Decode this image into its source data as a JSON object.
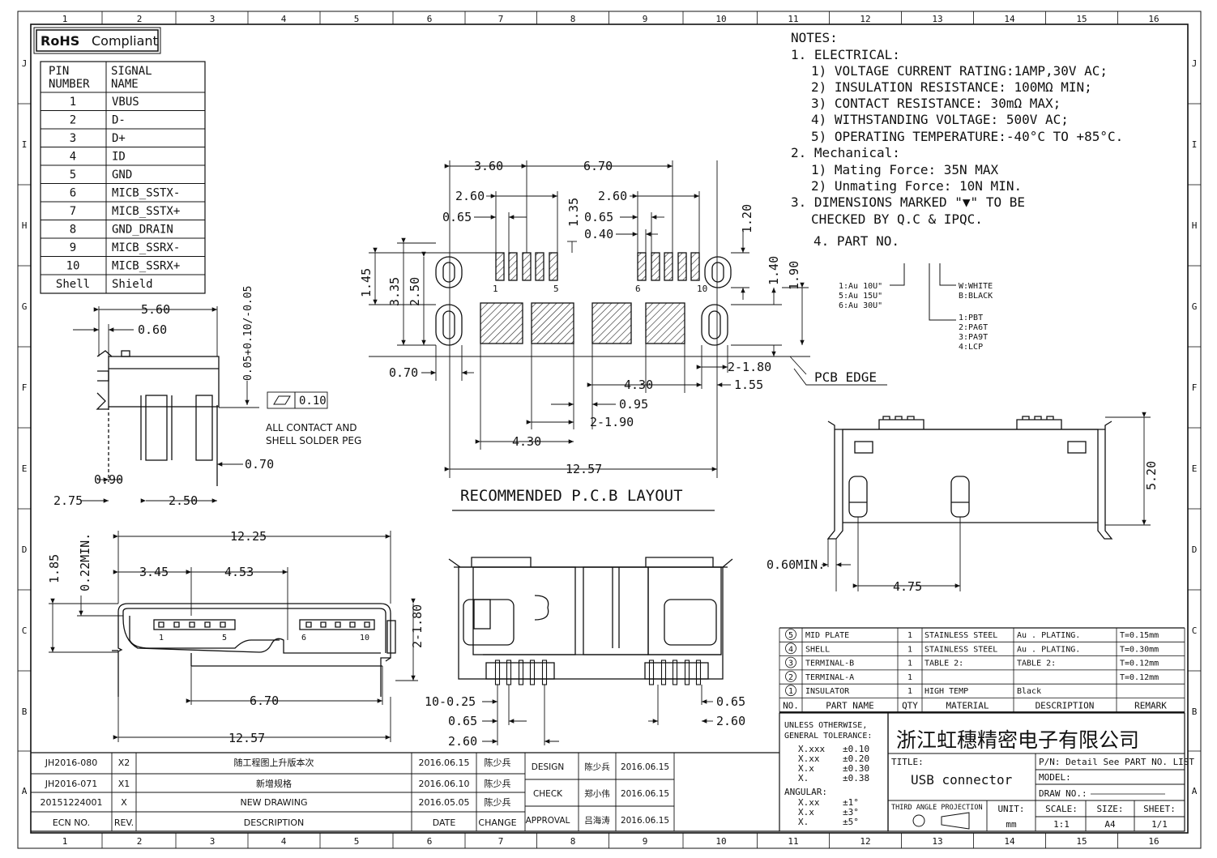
{
  "zones": {
    "cols": [
      "1",
      "2",
      "3",
      "4",
      "5",
      "6",
      "7",
      "8",
      "9",
      "10",
      "11",
      "12",
      "13",
      "14",
      "15",
      "16"
    ],
    "rows": [
      "J",
      "I",
      "H",
      "G",
      "F",
      "E",
      "D",
      "C",
      "B",
      "A"
    ]
  },
  "rohs": "RoHS",
  "rohs_suffix": "Compliant",
  "pin_table": {
    "header_pin": [
      "PIN",
      "NUMBER"
    ],
    "header_signal": [
      "SIGNAL",
      "NAME"
    ],
    "rows": [
      {
        "pin": "1",
        "signal": "VBUS"
      },
      {
        "pin": "2",
        "signal": "D-"
      },
      {
        "pin": "3",
        "signal": "D+"
      },
      {
        "pin": "4",
        "signal": "ID"
      },
      {
        "pin": "5",
        "signal": "GND"
      },
      {
        "pin": "6",
        "signal": "MICB_SSTX-"
      },
      {
        "pin": "7",
        "signal": "MICB_SSTX+"
      },
      {
        "pin": "8",
        "signal": "GND_DRAIN"
      },
      {
        "pin": "9",
        "signal": "MICB_SSRX-"
      },
      {
        "pin": "10",
        "signal": "MICB_SSRX+"
      },
      {
        "pin": "Shell",
        "signal": "Shield"
      }
    ]
  },
  "notes": [
    "NOTES:",
    "1. ELECTRICAL:",
    "1) VOLTAGE CURRENT RATING:1AMP,30V AC;",
    "2) INSULATION RESISTANCE: 100MΩ MIN;",
    "3) CONTACT RESISTANCE: 30mΩ MAX;",
    "4) WITHSTANDING VOLTAGE: 500V AC;",
    "5) OPERATING TEMPERATURE:-40°C TO +85°C.",
    "2. Mechanical:",
    "1) Mating Force:   35N MAX",
    "2) Unmating Force:   10N MIN.",
    "3. DIMENSIONS MARKED \"▼\" TO BE",
    "CHECKED BY Q.C & IPQC.",
    "4. PART NO."
  ],
  "part_no_legend": {
    "plating": [
      "1:Au 10U\"",
      "5:Au 15U\"",
      "6:Au 30U\""
    ],
    "color": [
      "W:WHITE",
      "B:BLACK"
    ],
    "material": [
      "1:PBT",
      "2:PA6T",
      "3:PA9T",
      "4:LCP"
    ]
  },
  "side_view": {
    "dims": [
      "5.60",
      "0.60",
      "0.05+0.10/-0.05",
      "0.10",
      "0.70",
      "0.90",
      "2.75",
      "2.50"
    ],
    "note": [
      "ALL CONTACT AND",
      "SHELL SOLDER PEG"
    ]
  },
  "pcb_layout": {
    "title": "RECOMMENDED P.C.B LAYOUT",
    "dims": [
      "3.60",
      "6.70",
      "2.60",
      "1.35",
      "2.60",
      "0.65",
      "0.65",
      "0.40",
      "1.20",
      "1.45",
      "3.35",
      "2.50",
      "1.40",
      "1.90",
      "0.70",
      "2-1.80",
      "4.30",
      "1.55",
      "0.95",
      "2-1.90",
      "4.30",
      "12.57"
    ],
    "pin_labels": [
      "1",
      "5",
      "6",
      "10"
    ],
    "edge_label": "PCB EDGE"
  },
  "front_view": {
    "dims": [
      "12.25",
      "3.45",
      "4.53",
      "1.85",
      "0.22MIN.",
      "2-1.80",
      "6.70",
      "12.57"
    ],
    "pin_labels": [
      "1",
      "5",
      "6",
      "10"
    ]
  },
  "bottom_view": {
    "dims": [
      "10-0.25",
      "0.65",
      "0.65",
      "2.60",
      "2.60"
    ]
  },
  "right_view": {
    "dims": [
      "5.20",
      "0.60MIN.",
      "4.75"
    ]
  },
  "bom": {
    "rows": [
      {
        "no": "5",
        "part": "MID PLATE",
        "qty": "1",
        "material": "STAINLESS STEEL",
        "description": "Au . PLATING.",
        "remark": "T=0.15mm"
      },
      {
        "no": "4",
        "part": "SHELL",
        "qty": "1",
        "material": "STAINLESS STEEL",
        "description": "Au . PLATING.",
        "remark": "T=0.30mm"
      },
      {
        "no": "3",
        "part": "TERMINAL-B",
        "qty": "1",
        "material": "TABLE 2:",
        "description": "TABLE 2:",
        "remark": "T=0.12mm"
      },
      {
        "no": "2",
        "part": "TERMINAL-A",
        "qty": "1",
        "material": "",
        "description": "",
        "remark": "T=0.12mm"
      },
      {
        "no": "1",
        "part": "INSULATOR",
        "qty": "1",
        "material": "HIGH TEMP",
        "description": "Black",
        "remark": ""
      }
    ],
    "headers": [
      "NO.",
      "PART NAME",
      "QTY",
      "MATERIAL",
      "DESCRIPTION",
      "REMARK"
    ]
  },
  "tolerance": {
    "title": [
      "UNLESS OTHERWISE,",
      "GENERAL TOLERANCE:"
    ],
    "linear": [
      [
        "X.xxx",
        "±0.10"
      ],
      [
        "X.xx",
        "±0.20"
      ],
      [
        "X.x",
        "±0.30"
      ],
      [
        "X.",
        "±0.38"
      ]
    ],
    "angular_label": "ANGULAR:",
    "angular": [
      [
        "X.xx",
        "±1°"
      ],
      [
        "X.x",
        "±3°"
      ],
      [
        "X.",
        "±5°"
      ]
    ]
  },
  "title_block": {
    "company": "浙江虹穗精密电子有限公司",
    "title_label": "TITLE:",
    "title": "USB connector",
    "pn": "P/N: Detail  See  PART  NO.  LIST",
    "model": "MODEL:",
    "drawno": "DRAW  NO.:",
    "projection": "THIRD  ANGLE  PROJECTION",
    "unit_label": "UNIT:",
    "unit": "mm",
    "scale_label": "SCALE:",
    "scale": "1:1",
    "size_label": "SIZE:",
    "size": "A4",
    "sheet_label": "SHEET:",
    "sheet": "1/1"
  },
  "approvals": [
    {
      "role": "DESIGN",
      "name": "陈少兵",
      "date": "2016.06.15"
    },
    {
      "role": "CHECK",
      "name": "郑小伟",
      "date": "2016.06.15"
    },
    {
      "role": "APPROVAL",
      "name": "吕海涛",
      "date": "2016.06.15"
    }
  ],
  "revisions": {
    "rows": [
      {
        "ecn": "JH2016-080",
        "rev": "X2",
        "desc": "随工程图上升版本次",
        "date": "2016.06.15",
        "by": "陈少兵"
      },
      {
        "ecn": "JH2016-071",
        "rev": "X1",
        "desc": "新增规格",
        "date": "2016.06.10",
        "by": "陈少兵"
      },
      {
        "ecn": "20151224001",
        "rev": "X",
        "desc": "NEW DRAWING",
        "date": "2016.05.05",
        "by": "陈少兵"
      }
    ],
    "headers": [
      "ECN  NO.",
      "REV.",
      "DESCRIPTION",
      "DATE",
      "CHANGE"
    ]
  }
}
